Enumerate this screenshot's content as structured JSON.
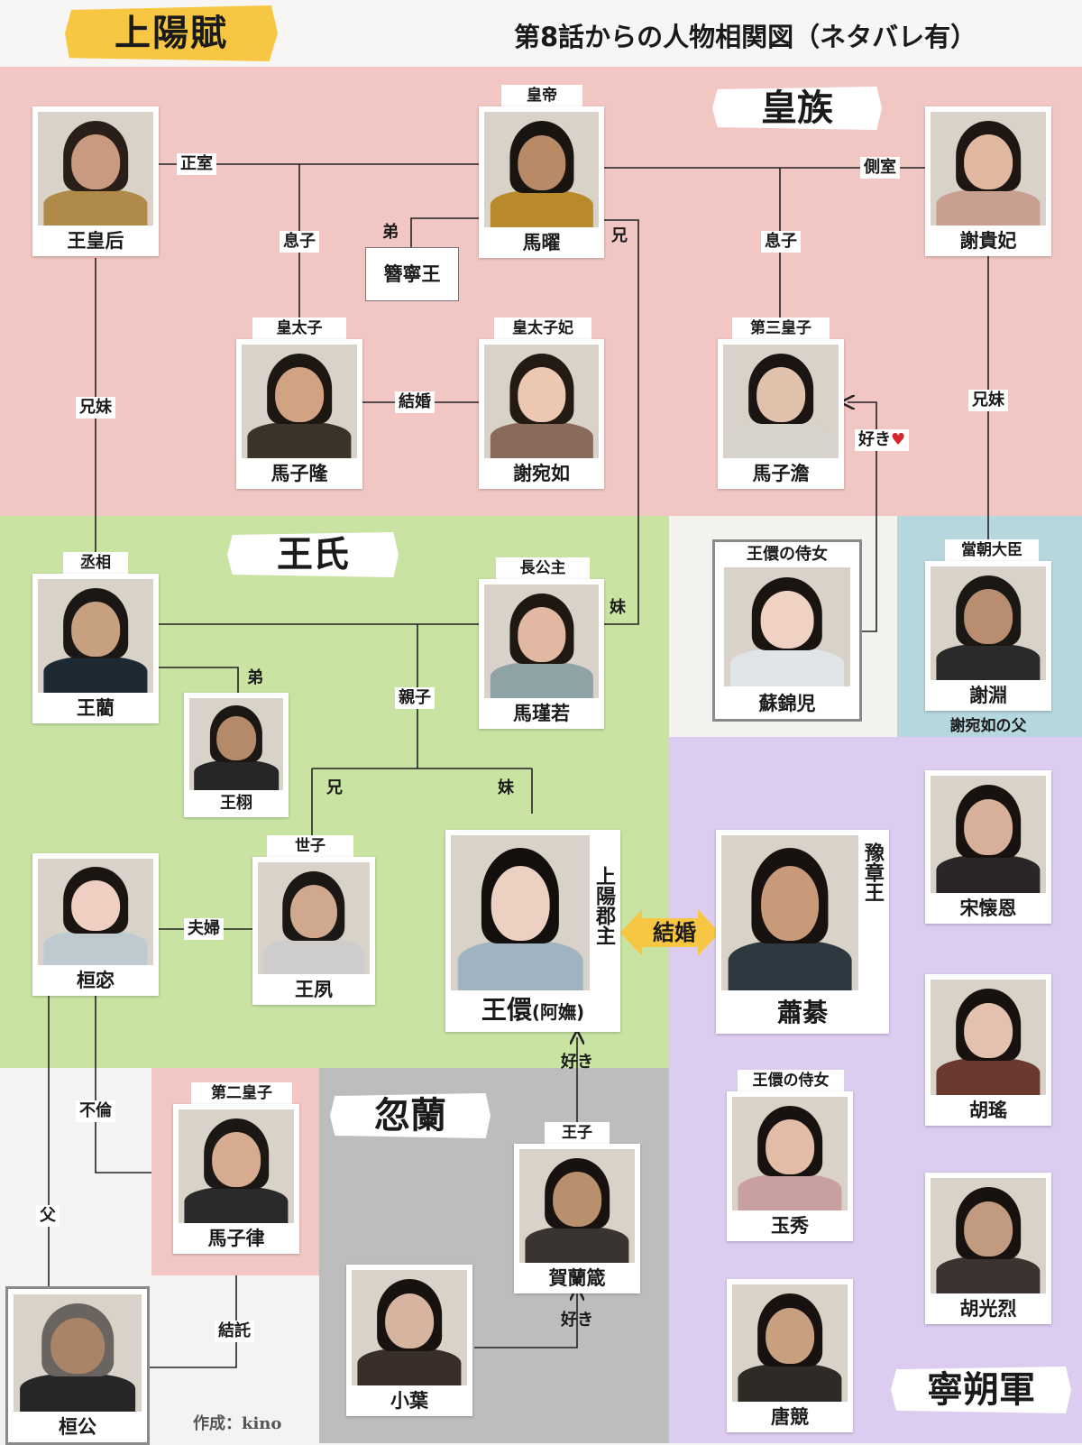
{
  "header": {
    "title": "上陽賦",
    "subtitle": "第8話からの人物相関図（ネタバレ有）"
  },
  "sections": {
    "royal": "皇族",
    "wang": "王氏",
    "hulan": "忽蘭",
    "ningshuo": "寧朔軍"
  },
  "people": [
    {
      "id": "empress",
      "name": "王皇后",
      "hair": "#2a1f18",
      "skin": "#c99a80",
      "body": "#b08a48"
    },
    {
      "id": "emperor",
      "role": "皇帝",
      "name": "馬曜",
      "hair": "#1a1410",
      "skin": "#b98a66",
      "body": "#b88a2a"
    },
    {
      "id": "consort",
      "name": "謝貴妃",
      "hair": "#1e1612",
      "skin": "#e2b9a0",
      "body": "#c9a090"
    },
    {
      "id": "crown-prince",
      "role": "皇太子",
      "name": "馬子隆",
      "hair": "#1d1712",
      "skin": "#d2a382",
      "body": "#3a3328"
    },
    {
      "id": "crown-princess",
      "role": "皇太子妃",
      "name": "謝宛如",
      "hair": "#241a14",
      "skin": "#ecc7b2",
      "body": "#8a6a5a"
    },
    {
      "id": "third-prince",
      "role": "第三皇子",
      "name": "馬子澹",
      "hair": "#1a1512",
      "skin": "#e0c2ac",
      "body": "#d6d2cc"
    },
    {
      "id": "chancellor",
      "role": "丞相",
      "name": "王藺",
      "hair": "#1b1714",
      "skin": "#c7a080",
      "body": "#1e2a33"
    },
    {
      "id": "wang-xu",
      "name": "王栩",
      "hair": "#1b1714",
      "skin": "#b58a6a",
      "body": "#262626"
    },
    {
      "id": "princess",
      "role": "長公主",
      "name": "馬瑾若",
      "hair": "#1e1712",
      "skin": "#e2b8a2",
      "body": "#8fa2a6"
    },
    {
      "id": "sujin",
      "role": "王儇の侍女",
      "name": "蘇錦児",
      "hair": "#1a1410",
      "skin": "#f0d2c2",
      "body": "#e0e4e6"
    },
    {
      "id": "xie-yuan",
      "role": "當朝大臣",
      "name": "謝淵",
      "note": "謝宛如の父",
      "hair": "#1b1714",
      "skin": "#b88d70",
      "body": "#2a2a2a"
    },
    {
      "id": "huanmi",
      "name": "桓宓",
      "hair": "#1b1512",
      "skin": "#efcfc2",
      "body": "#bfcad0"
    },
    {
      "id": "heir",
      "role": "世子",
      "name": "王夙",
      "hair": "#1b1714",
      "skin": "#d0a88e",
      "body": "#cfcccc"
    },
    {
      "id": "heroine",
      "name": "王儇",
      "name_suffix": "(阿嫵)",
      "vertical": "上陽郡主",
      "hair": "#120f0d",
      "skin": "#ecd0c2",
      "body": "#9fb4c0"
    },
    {
      "id": "hero",
      "vertical": "豫章王",
      "name": "蕭綦",
      "hair": "#17120f",
      "skin": "#c89a7a",
      "body": "#2e3840"
    },
    {
      "id": "song",
      "name": "宋懐恩",
      "hair": "#17120f",
      "skin": "#d8b09a",
      "body": "#2a2626"
    },
    {
      "id": "hu-yao",
      "name": "胡瑤",
      "hair": "#17120f",
      "skin": "#e4c0ae",
      "body": "#6a3a30"
    },
    {
      "id": "second-prince",
      "role": "第二皇子",
      "name": "馬子律",
      "hair": "#1b1714",
      "skin": "#d7ab90",
      "body": "#2a2a2a"
    },
    {
      "id": "helan",
      "role": "王子",
      "name": "賀蘭箴",
      "hair": "#17120f",
      "skin": "#b9906e",
      "body": "#3a3430"
    },
    {
      "id": "yuxiu",
      "role": "王儇の侍女",
      "name": "玉秀",
      "hair": "#17120f",
      "skin": "#e2bca6",
      "body": "#c8a0a2"
    },
    {
      "id": "hu-guanglie",
      "name": "胡光烈",
      "hair": "#17120f",
      "skin": "#c29a80",
      "body": "#3a3330"
    },
    {
      "id": "xiaoye",
      "name": "小葉",
      "hair": "#17120f",
      "skin": "#d7b4a0",
      "body": "#3a2e2a"
    },
    {
      "id": "huangong",
      "name": "桓公",
      "hair": "#6a6460",
      "skin": "#a98466",
      "body": "#262626"
    },
    {
      "id": "tang",
      "name": "唐競",
      "hair": "#17120f",
      "skin": "#c8a080",
      "body": "#2e2a26"
    }
  ],
  "relations": {
    "wife": "正室",
    "side_wife": "側室",
    "son_left": "息子",
    "son_right": "息子",
    "younger_brother": "弟",
    "elder_brother": "兄",
    "younger_brother_box": "簪寧王",
    "marriage": "結婚",
    "likes": "好き",
    "heart": "♥",
    "siblings_left": "兄妹",
    "siblings_right": "兄妹",
    "younger_sister": "妹",
    "younger_brother_2": "弟",
    "parent_child": "親子",
    "elder_brother_2": "兄",
    "younger_sister_2": "妹",
    "married_couple": "夫婦",
    "big_marriage": "結婚",
    "affair": "不倫",
    "father": "父",
    "likes_2": "好き",
    "likes_3": "好き",
    "engagement": "結託"
  },
  "credit": "作成：kino",
  "colors": {
    "royal_bg": "#f2c6c2",
    "wang_bg": "#c9e3a3",
    "hulan_bg": "#bdbdbd",
    "ningshuo_bg": "#dccdf0",
    "xie_bg": "#b7d7df",
    "second_prince_bg": "#f2c6c2",
    "accent": "#f7c744",
    "heart": "#d6262c"
  }
}
